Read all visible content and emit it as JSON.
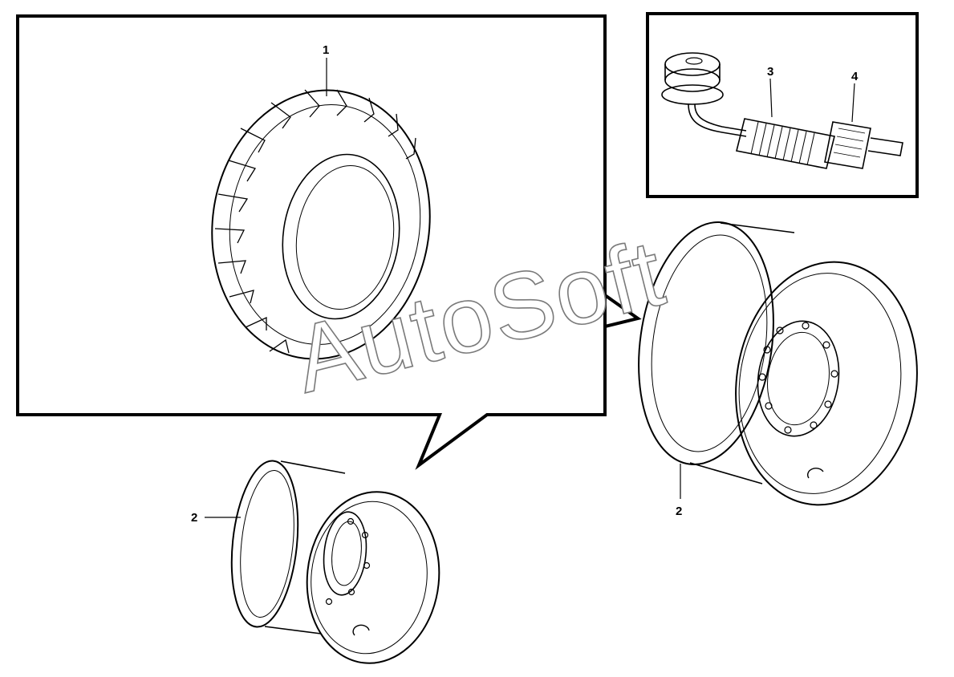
{
  "callouts": {
    "tire": "1",
    "wheel_left": "2",
    "wheel_right": "2",
    "valve": "3",
    "valve_cap": "4"
  },
  "watermark": "AutoSoft",
  "colors": {
    "line": "#000000",
    "watermark_stroke": "#7a7a7a",
    "background": "#ffffff"
  }
}
